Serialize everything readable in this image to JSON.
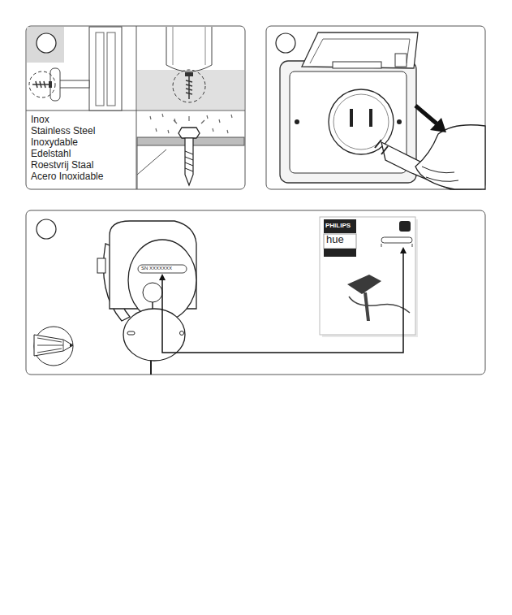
{
  "diagram": {
    "labels": [
      "Inox",
      "Stainless Steel",
      "Inoxydable",
      "Edelstahl",
      "Roestvrij Staal",
      "Acero Inoxidable",
      "SN XXXXXXX",
      "PHILIPS",
      "hue"
    ]
  }
}
